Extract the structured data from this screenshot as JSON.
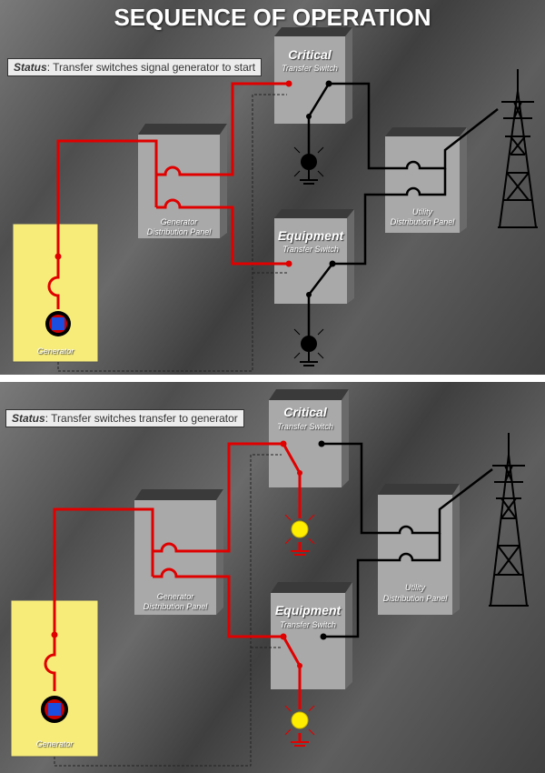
{
  "title": "SEQUENCE OF OPERATION",
  "status_label": "Status",
  "panels": [
    {
      "status": "Transfer switches signal generator to start",
      "critical": {
        "title": "Critical",
        "subtitle": "Transfer Switch"
      },
      "equipment": {
        "title": "Equipment",
        "subtitle": "Transfer Switch"
      },
      "gen_panel": {
        "line1": "Generator",
        "line2": "Distribution Panel"
      },
      "utility_panel": {
        "line1": "Utility",
        "line2": "Distribution Panel"
      },
      "generator": "Generator"
    },
    {
      "status": "Transfer switches transfer to generator",
      "critical": {
        "title": "Critical",
        "subtitle": "Transfer Switch"
      },
      "equipment": {
        "title": "Equipment",
        "subtitle": "Transfer Switch"
      },
      "gen_panel": {
        "line1": "Generator",
        "line2": "Distribution Panel"
      },
      "utility_panel": {
        "line1": "Utility",
        "line2": "Distribution Panel"
      },
      "generator": "Generator"
    }
  ],
  "colors": {
    "power": "#e00000",
    "utility_line": "#000000",
    "generator_box": "#f7ec7a",
    "lamp_on": "#ffee00",
    "lamp_off": "#000000"
  }
}
